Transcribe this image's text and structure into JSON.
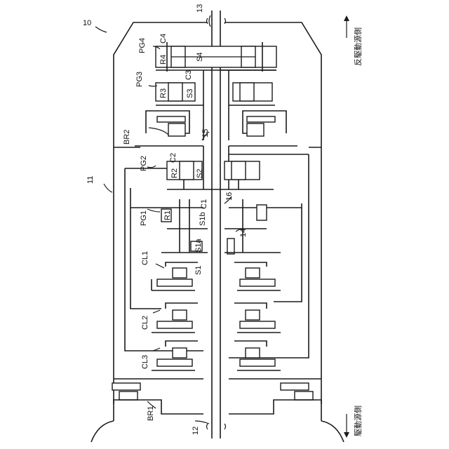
{
  "figure": {
    "ref_device": "10",
    "ref_case": "11",
    "ref_input_shaft": "12",
    "ref_output_shaft": "13",
    "ref_14": "14",
    "ref_15": "15",
    "ref_16": "16",
    "label_pg1": "PG1",
    "label_pg2": "PG2",
    "label_pg3": "PG3",
    "label_pg4": "PG4",
    "label_br1": "BR1",
    "label_br2": "BR2",
    "label_cl1": "CL1",
    "label_cl2": "CL2",
    "label_cl3": "CL3",
    "label_r1": "R1",
    "label_r2": "R2",
    "label_r3": "R3",
    "label_r4": "R4",
    "label_c1": "C1",
    "label_c2": "C2",
    "label_c3": "C3",
    "label_c4": "C4",
    "label_s1": "S1",
    "label_s1a": "S1a",
    "label_s1b": "S1b",
    "label_s2": "S2",
    "label_s3": "S3",
    "label_s4": "S4",
    "side_top": "反駆動源側",
    "side_bottom": "駆動源側"
  }
}
